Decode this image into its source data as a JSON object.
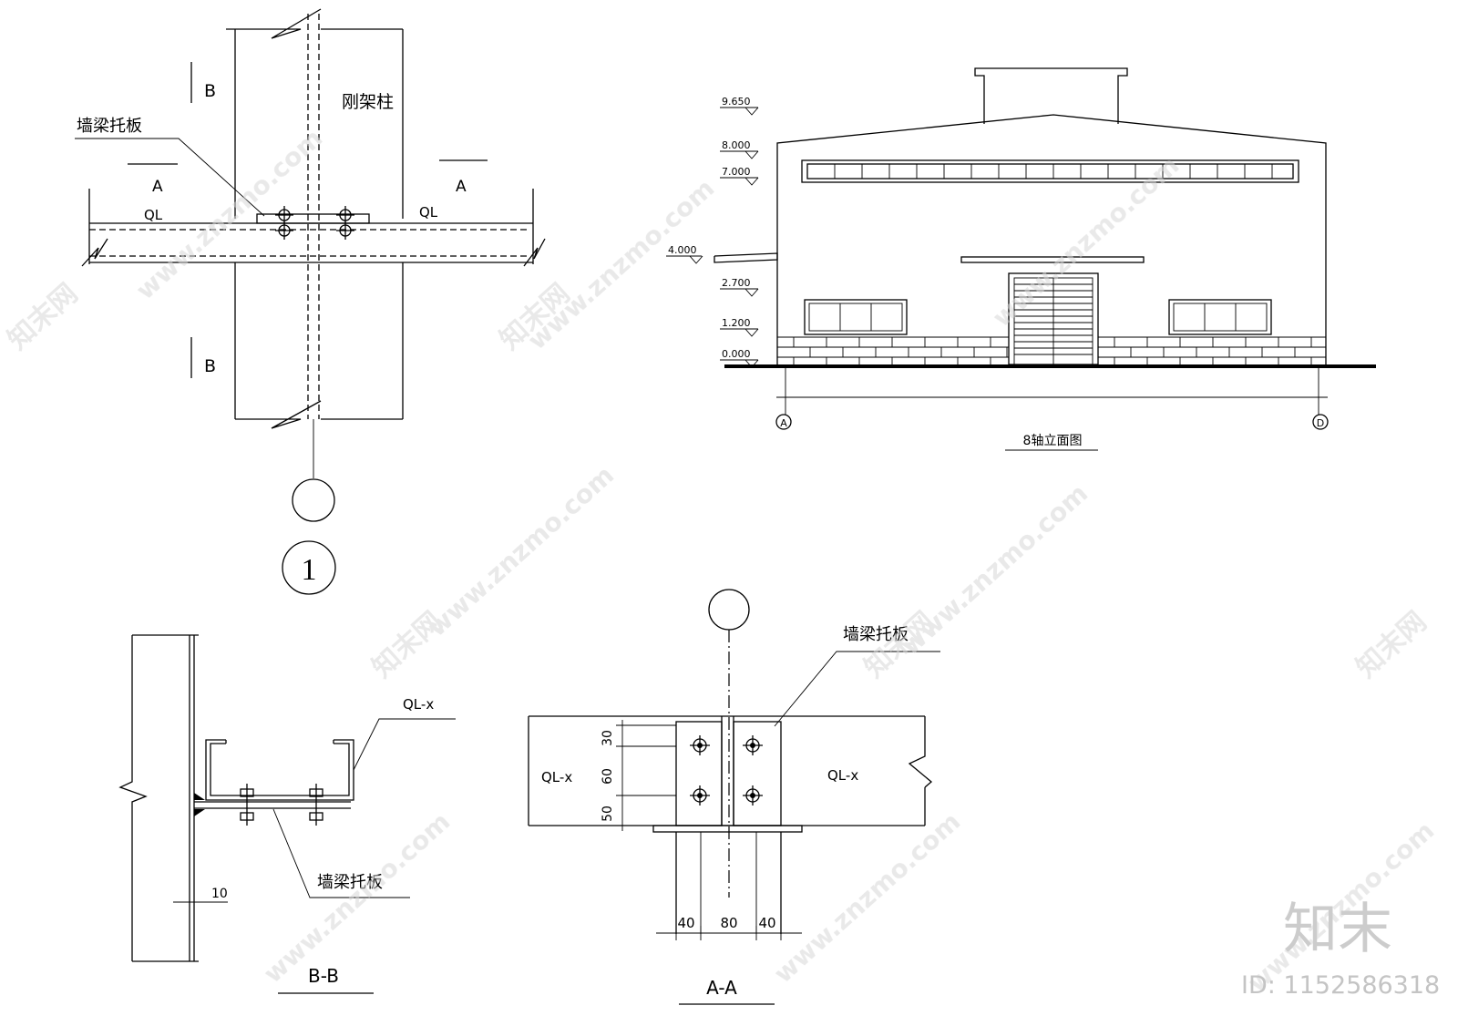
{
  "detail1": {
    "label_beam_plate": "墙梁托板",
    "label_column": "刚架柱",
    "label_ql_left": "QL",
    "label_ql_right": "QL",
    "section_a_left": "A",
    "section_a_right": "A",
    "section_b_top": "B",
    "section_b_bottom": "B",
    "detail_number": "1"
  },
  "elevation": {
    "title": "8轴立面图",
    "levels": [
      "9.650",
      "8.000",
      "7.000",
      "4.000",
      "2.700",
      "1.200",
      "0.000"
    ],
    "axis_left": "A",
    "axis_right": "D"
  },
  "section_bb": {
    "title": "B-B",
    "label_beam": "QL-x",
    "label_plate": "墙梁托板",
    "dim_gap": "10"
  },
  "section_aa": {
    "title": "A-A",
    "label_plate": "墙梁托板",
    "label_beam_left": "QL-x",
    "label_beam_right": "QL-x",
    "dims_vertical": [
      "30",
      "60",
      "50"
    ],
    "dims_horizontal": [
      "40",
      "80",
      "40"
    ]
  },
  "watermark": {
    "text": "www.znzmo.com",
    "brand_cn": "知末网",
    "logo": "知末",
    "id_label": "ID: 1152586318"
  }
}
